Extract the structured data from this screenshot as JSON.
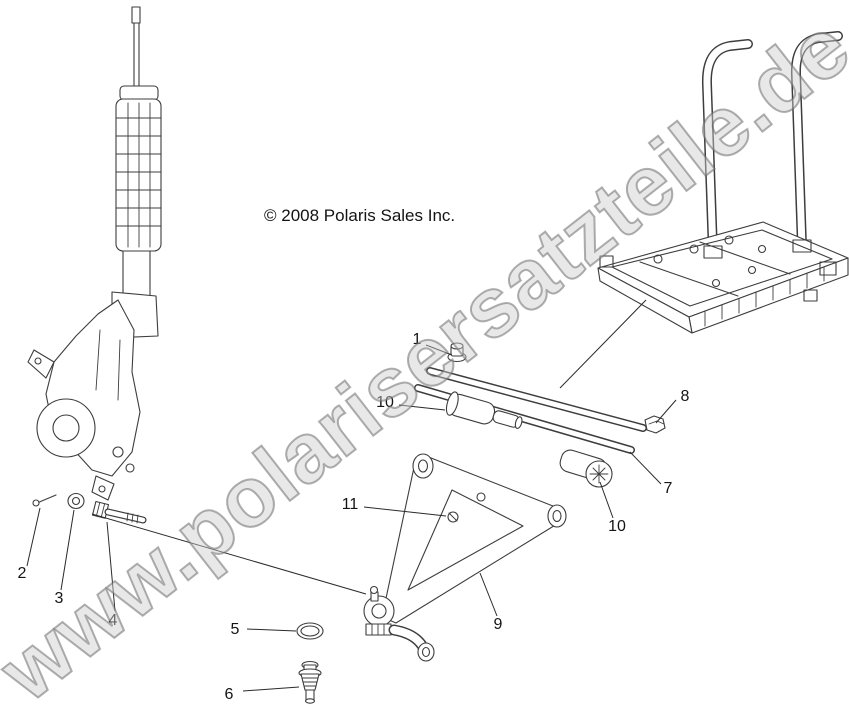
{
  "colors": {
    "bg": "#ffffff",
    "line": "#3d3d3d",
    "leader": "#2a2a2a",
    "text": "#141414",
    "wmFill": "rgba(205,205,205,0.45)",
    "wmStroke": "rgba(110,110,110,0.55)"
  },
  "watermark": {
    "text": "www.polarisersatzteile.de"
  },
  "copyright": {
    "text": "© 2008 Polaris Sales Inc."
  },
  "callouts": {
    "c1": {
      "label": "1"
    },
    "c2": {
      "label": "2"
    },
    "c3": {
      "label": "3"
    },
    "c4": {
      "label": "4"
    },
    "c5": {
      "label": "5"
    },
    "c6": {
      "label": "6"
    },
    "c7": {
      "label": "7"
    },
    "c8": {
      "label": "8"
    },
    "c9": {
      "label": "9"
    },
    "c10a": {
      "label": "10"
    },
    "c10b": {
      "label": "10"
    },
    "c11": {
      "label": "11"
    }
  }
}
